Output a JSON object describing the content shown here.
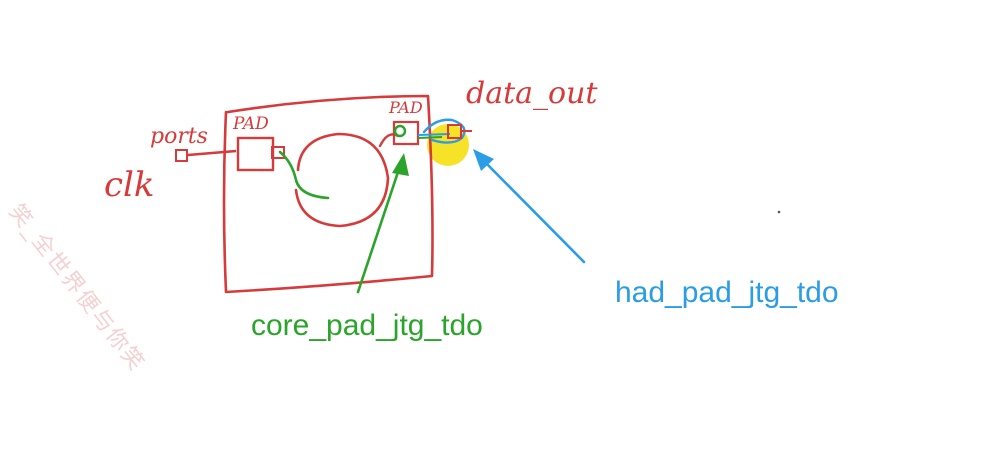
{
  "sketch": {
    "ports_text": "ports",
    "clk_text": "clk",
    "pad_left_text": "PAD",
    "pad_right_text": "PAD",
    "data_out_text": "data_out"
  },
  "annotations": {
    "core_label": "core_pad_jtg_tdo",
    "had_label": "had_pad_jtg_tdo"
  },
  "watermark": {
    "text": "笑_全世界便与你笑"
  },
  "colors": {
    "sketch_red": "#d63a3a",
    "core_green": "#2aa42a",
    "had_blue": "#2b9ce6",
    "highlight_yellow": "#f5e21b"
  }
}
